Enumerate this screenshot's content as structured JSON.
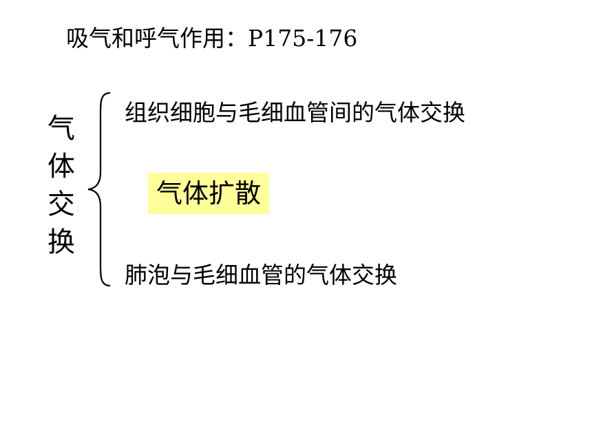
{
  "title": "吸气和呼气作用：P175-176",
  "side_label": [
    "气",
    "体",
    "交",
    "换"
  ],
  "items": {
    "top": "组织细胞与毛细血管间的气体交换",
    "highlight": "气体扩散",
    "bottom": "肺泡与毛细血管的气体交换"
  },
  "colors": {
    "highlight_background": "#FFFF99",
    "text": "#000000",
    "background": "#FFFFFF"
  }
}
